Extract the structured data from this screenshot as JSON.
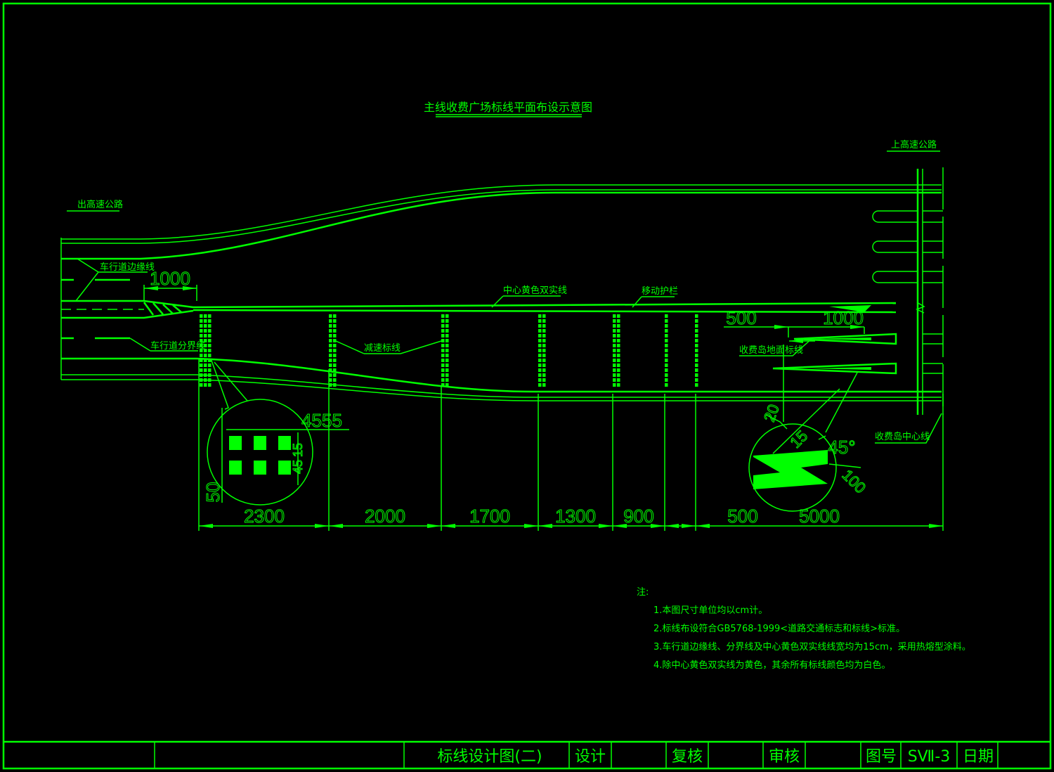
{
  "drawing": {
    "title": "主线收费广场标线平面布设示意图",
    "labels": {
      "exit_highway": "出高速公路",
      "enter_highway": "上高速公路",
      "edge_line": "车行道边缘线",
      "lane_line": "车行道分界线",
      "center_double_yellow": "中心黄色双实线",
      "movable_barrier": "移动护栏",
      "deceleration_marking": "减速标线",
      "toll_island_marking": "收费岛地面标线",
      "toll_island_centerline": "收费岛中心线"
    },
    "dimensions": {
      "taper_length": "1000",
      "island_offset": "500",
      "island_taper": "1000",
      "seg1": "2300",
      "seg2": "2000",
      "seg3": "1700",
      "seg4": "1300",
      "seg5": "900",
      "seg6": "500",
      "seg7": "5000",
      "detail_a_height": "50",
      "detail_a_widths": "4555",
      "detail_a_gap": "15",
      "detail_a_block": "45",
      "detail_b_width": "20",
      "detail_b_offset": "15",
      "detail_b_angle": "45°",
      "detail_b_length": "100"
    }
  },
  "notes": {
    "heading": "注:",
    "items": [
      "1.本图尺寸单位均以cm计。",
      "2.标线布设符合GB5768-1999<道路交通标志和标线>标准。",
      "3.车行道边缘线、分界线及中心黄色双实线线宽均为15cm，采用热熔型涂料。",
      "4.除中心黄色双实线为黄色，其余所有标线颜色均为白色。"
    ]
  },
  "title_block": {
    "drawing_name": "标线设计图(二)",
    "design": "设计",
    "review": "复核",
    "approve": "审核",
    "drawing_no_label": "图号",
    "drawing_no": "SⅦ-3",
    "date_label": "日期"
  },
  "colors": {
    "line": "#00ff00",
    "background": "#000000"
  }
}
